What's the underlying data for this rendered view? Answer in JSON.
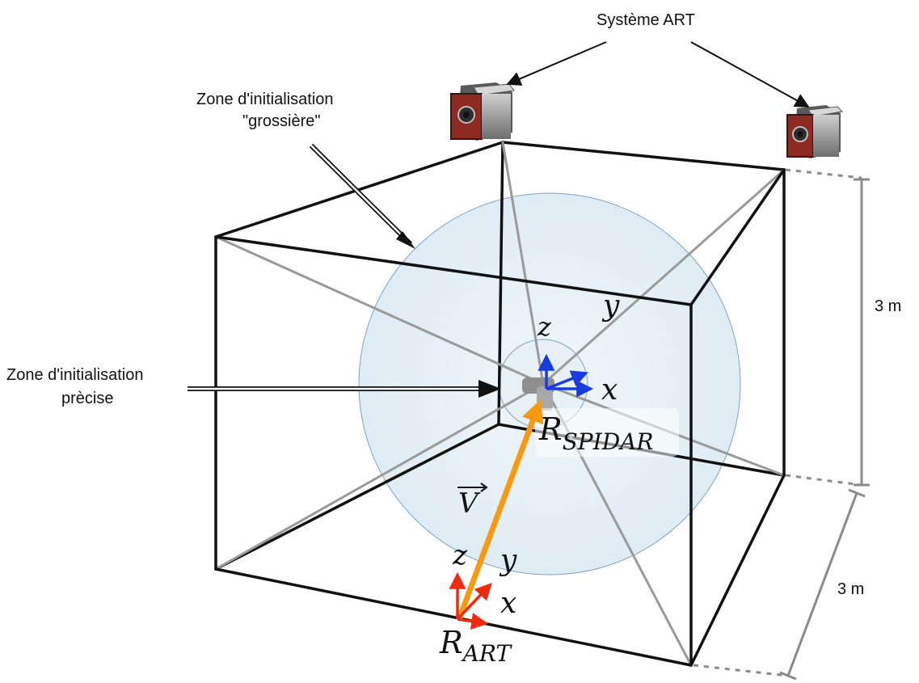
{
  "labels": {
    "art_system": "Système ART",
    "coarse_zone_line1": "Zone d'initialisation",
    "coarse_zone_line2": "\"grossière\"",
    "precise_zone_line1": "Zone d'initialisation",
    "precise_zone_line2": "prècise",
    "height_dim": "3 m",
    "depth_dim": "3 m"
  },
  "frames": {
    "spidar": {
      "base": "R",
      "subscript": "SPIDAR",
      "axis_x": "x",
      "axis_y": "y",
      "axis_z": "z"
    },
    "art": {
      "base": "R",
      "subscript": "ART",
      "axis_x": "x",
      "axis_y": "y",
      "axis_z": "z"
    }
  },
  "vector_label": "V",
  "colors": {
    "frame_edges": "#111111",
    "strings": "#9a9a9a",
    "sphere_fill": "#e6f0f5",
    "sphere_stroke": "#7da2c8",
    "spidar_axes": "#1a3be0",
    "art_axes": "#ee2a10",
    "vector": "#f79a12",
    "dimension": "#8a8a8a"
  },
  "icons": [
    "camera-icon",
    "camera-icon"
  ]
}
